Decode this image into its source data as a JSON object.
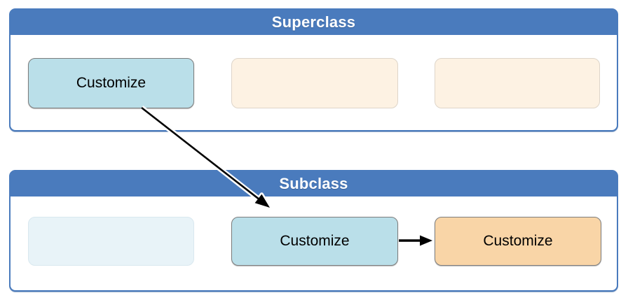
{
  "diagram": {
    "title": "superclass-subclass customization diagram",
    "superclass": {
      "title": "Superclass",
      "boxes": [
        {
          "label": "Customize",
          "state": "active-blue"
        },
        {
          "label": "",
          "state": "faded-orange"
        },
        {
          "label": "",
          "state": "faded-orange"
        }
      ]
    },
    "subclass": {
      "title": "Subclass",
      "boxes": [
        {
          "label": "",
          "state": "faded-blue"
        },
        {
          "label": "Customize",
          "state": "active-blue"
        },
        {
          "label": "Customize",
          "state": "active-orange"
        }
      ]
    },
    "arrows": [
      {
        "name": "inheritance-arrow",
        "from": "superclass-customize",
        "to": "subclass-customize",
        "style": "black-with-white-halo"
      },
      {
        "name": "delegation-arrow",
        "from": "subclass-customize",
        "to": "subclass-customize-orange",
        "style": "black"
      }
    ],
    "colors": {
      "header_blue": "#4a7bbd",
      "panel_border_blue": "#4a7bbd",
      "node_blue": "#badfe9",
      "node_orange": "#f9d5a7",
      "node_faded_orange": "#fdf2e3",
      "node_faded_blue": "#e8f3f8",
      "node_border_gray": "#7d7d7d",
      "arrow_black": "#000000"
    }
  }
}
